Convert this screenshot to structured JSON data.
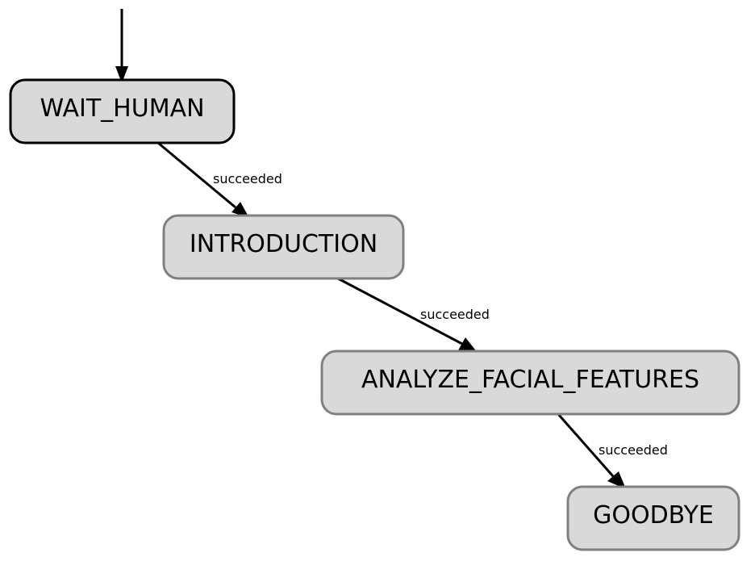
{
  "diagram": {
    "type": "state-machine",
    "nodes": [
      {
        "id": "wait_human",
        "label": "WAIT_HUMAN",
        "active": true
      },
      {
        "id": "introduction",
        "label": "INTRODUCTION",
        "active": false
      },
      {
        "id": "analyze_facial_features",
        "label": "ANALYZE_FACIAL_FEATURES",
        "active": false
      },
      {
        "id": "goodbye",
        "label": "GOODBYE",
        "active": false
      }
    ],
    "edges": [
      {
        "from": "start",
        "to": "wait_human",
        "label": ""
      },
      {
        "from": "wait_human",
        "to": "introduction",
        "label": "succeeded"
      },
      {
        "from": "introduction",
        "to": "analyze_facial_features",
        "label": "succeeded"
      },
      {
        "from": "analyze_facial_features",
        "to": "goodbye",
        "label": "succeeded"
      }
    ]
  },
  "colors": {
    "node_fill": "#d9d9d9",
    "active_border": "#000000",
    "inactive_border": "#808080",
    "edge": "#000000"
  }
}
